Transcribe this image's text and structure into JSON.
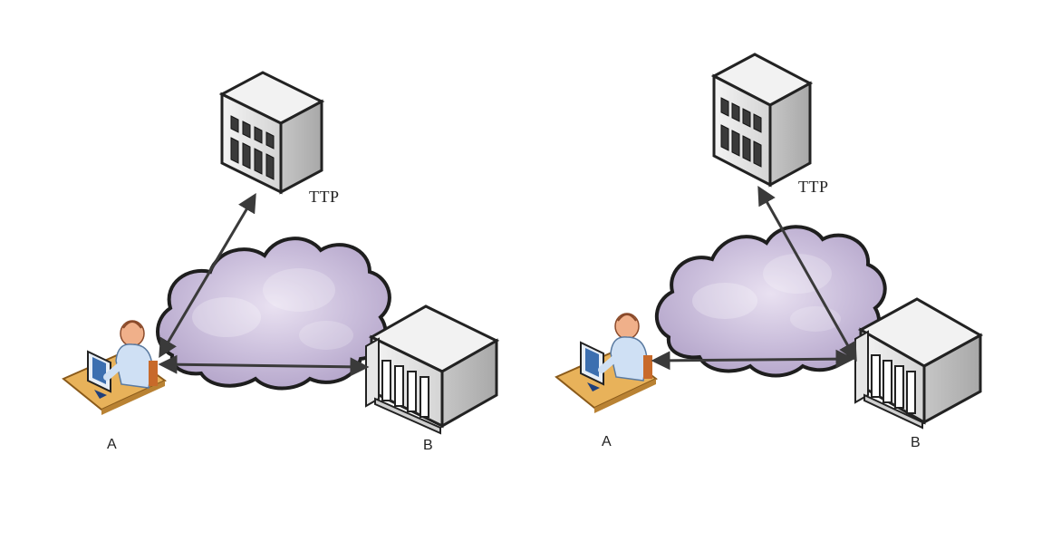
{
  "diagrams": [
    {
      "labels": {
        "ttp": "TTP",
        "a": "A",
        "b": "B"
      }
    },
    {
      "labels": {
        "ttp": "TTP",
        "a": "A",
        "b": "B"
      }
    }
  ],
  "icons": {
    "ttp": "office-building-icon",
    "a": "user-at-computer-icon",
    "b": "bank-building-icon",
    "network": "cloud-icon"
  },
  "colors": {
    "arrow": "#3a3a3a",
    "cloud_fill": "#cfc3de",
    "cloud_outline": "#1e1e1e",
    "building": "#dedede",
    "desk": "#e8b25a",
    "person_skin": "#f0b08a",
    "person_shirt": "#cfe0f4"
  }
}
